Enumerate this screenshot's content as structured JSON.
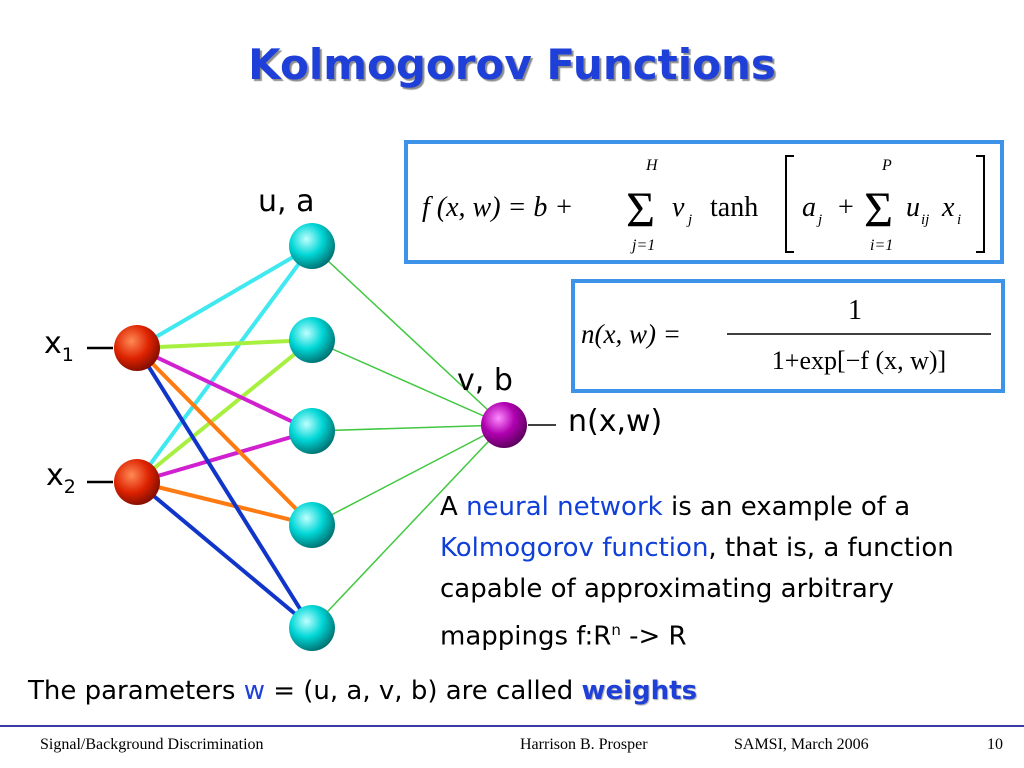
{
  "slide": {
    "title": "Kolmogorov Functions",
    "network": {
      "hidden_label": "u, a",
      "output_label": "v, b",
      "output_text": "n(x,w)",
      "input1_main": "x",
      "input1_sub": "1",
      "input2_main": "x",
      "input2_sub": "2"
    },
    "formula1": {
      "lhs": "f (x, w) = b +",
      "sum1_upper": "H",
      "sum1_lower": "j=1",
      "v_j": "v",
      "v_j_sub": "j",
      "tanh": "tanh",
      "a_j": "a",
      "a_j_sub": "j",
      "plus": "+",
      "sum2_upper": "P",
      "sum2_lower": "i=1",
      "u_ij": "u",
      "u_ij_sub": "ij",
      "x_i": "x",
      "x_i_sub": "i"
    },
    "formula2": {
      "lhs": "n(x, w) =",
      "numerator": "1",
      "denominator": "1+exp[−f (x, w)]"
    },
    "description": {
      "p1": "A ",
      "neural_network": "neural network",
      "p2": " is an example of a ",
      "kolmogorov_function": "Kolmogorov function",
      "p3": ", that is, a function capable of approximating arbitrary mappings f:R",
      "sup": "n",
      "p4": " -> R"
    },
    "weights": {
      "prefix": "The parameters ",
      "w": "w",
      "middle": " = (u, a, v, b) are called ",
      "word": "weights"
    },
    "footer": {
      "left": "Signal/Background Discrimination",
      "center": "Harrison B. Prosper",
      "right_center": "SAMSI, March 2006",
      "page": "10"
    }
  },
  "colors": {
    "title": "#1e40d8",
    "box_border": "#3c93e8",
    "input_node": "#dd2200",
    "hidden_node": "#00d6d6",
    "output_node": "#b000b0",
    "edge_cyan": "#40e8f0",
    "edge_lime": "#a8f040",
    "edge_magenta": "#d020d0",
    "edge_orange": "#ff7a10",
    "edge_blue": "#1035c8",
    "edge_green": "#40c840"
  }
}
